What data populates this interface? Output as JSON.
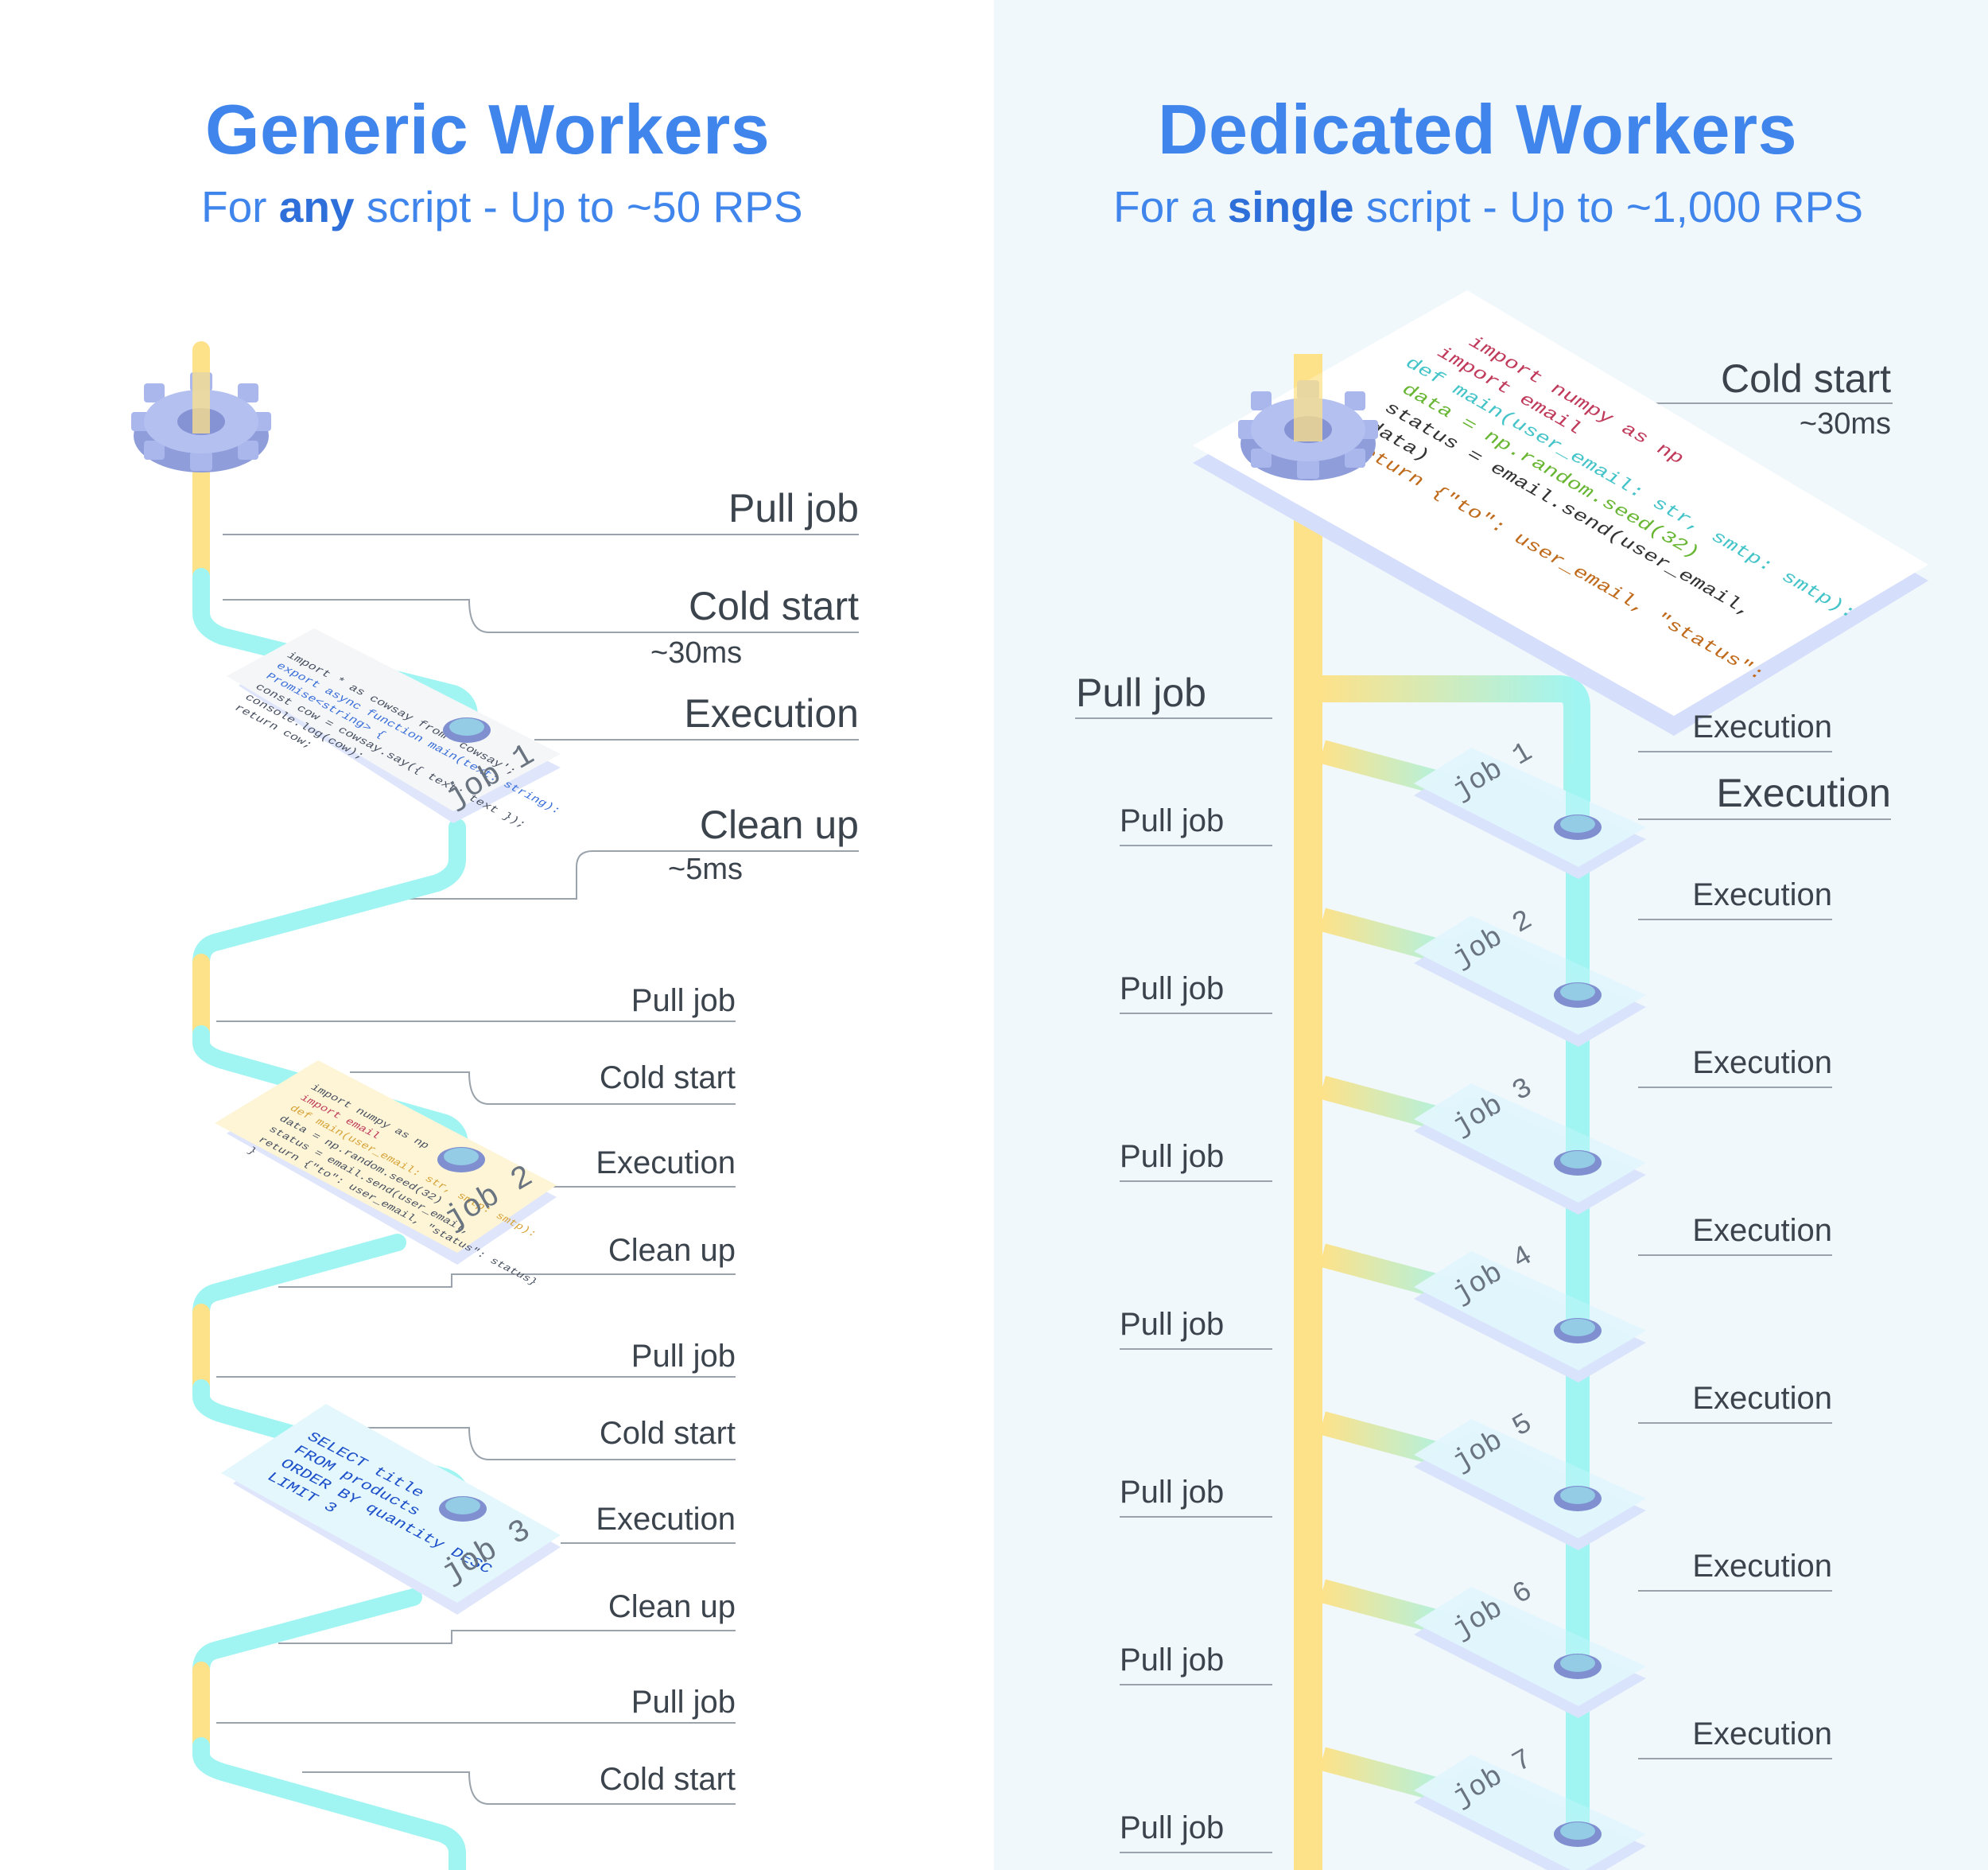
{
  "left": {
    "title": "Generic Workers",
    "subtitle": {
      "pre": "For ",
      "bold": "any",
      "post": " script - Up to ~50 RPS"
    },
    "labels": {
      "pull_job": "Pull job",
      "cold_start": "Cold start",
      "cold_start_time": "~30ms",
      "execution": "Execution",
      "clean_up": "Clean up",
      "clean_up_time": "~5ms"
    },
    "jobs": [
      {
        "label": "job 1",
        "code": [
          "import * as cowsay from 'cowsay';",
          "export async function main(text: string):",
          "Promise<string> {",
          "const cow = cowsay.say({ text: text });",
          "console.log(cow);",
          "return cow;"
        ]
      },
      {
        "label": "job 2",
        "code": [
          "import numpy as np",
          "import email",
          "def main(user_email: str, smtp: smtp):",
          "data = np.random.seed(32)",
          "status = email.send(user_email,",
          "return {\"to\": user_email, \"status\": status}",
          "}"
        ]
      },
      {
        "label": "job 3",
        "code": [
          "SELECT title",
          "FROM products",
          "ORDER BY quantity DESC",
          "LIMIT 3"
        ]
      }
    ]
  },
  "right": {
    "title": "Dedicated Workers",
    "subtitle": {
      "pre": "For a ",
      "bold": "single",
      "post": " script - Up to ~1,000 RPS"
    },
    "labels": {
      "cold_start": "Cold start",
      "cold_start_time": "~30ms",
      "pull_job": "Pull job",
      "execution": "Execution"
    },
    "code": [
      "import numpy as np",
      "import email",
      "def main(user_email: str, smtp: smtp):",
      "data = np.random.seed(32)",
      "status = email.send(user_email,",
      "data)",
      "return {\"to\": user_email, \"status\":",
      "}"
    ],
    "jobs": [
      "job 1",
      "job 2",
      "job 3",
      "job 4",
      "job 5",
      "job 6",
      "job 7"
    ]
  },
  "colors": {
    "title_blue": "#3f85ec",
    "pull_yellow": "#fde28a",
    "exec_cyan": "#a0f5f2",
    "gear": "#a9b6ea",
    "right_bg": "#f1f8fb"
  },
  "icons": [
    "gear-icon"
  ]
}
